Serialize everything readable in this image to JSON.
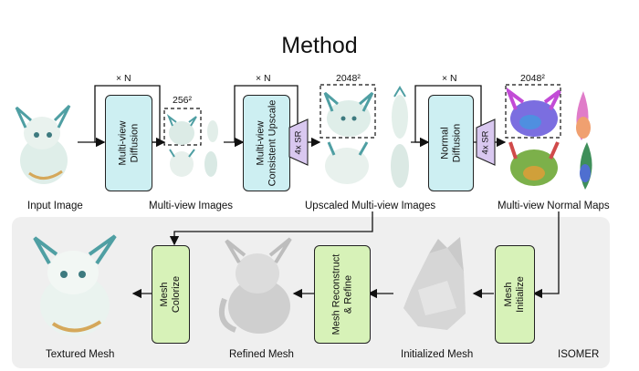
{
  "title": "Method",
  "loop_label": "× N",
  "res_256": "256²",
  "res_2048_a": "2048²",
  "res_2048_b": "2048²",
  "sr_label": "4x SR",
  "boxes": {
    "mv_diffusion": [
      "Multi-view",
      "Diffusion"
    ],
    "mv_upscale": [
      "Multi-view",
      "Consistent Upscale"
    ],
    "normal_diffusion": [
      "Normal",
      "Diffusion"
    ],
    "mesh_colorize": [
      "Mesh",
      "Colorize"
    ],
    "mesh_reconstruct": [
      "Mesh Reconstruct",
      "& Refine"
    ],
    "mesh_initialize": [
      "Mesh",
      "Initialize"
    ]
  },
  "labels": {
    "input_image": "Input Image",
    "multiview_images": "Multi-view Images",
    "upscaled_images": "Upscaled Multi-view Images",
    "normal_maps": "Multi-view Normal Maps",
    "textured_mesh": "Textured Mesh",
    "refined_mesh": "Refined Mesh",
    "initialized_mesh": "Initialized Mesh",
    "isomer": "ISOMER"
  },
  "colors": {
    "diffusion_box": "#cdeff2",
    "mesh_box": "#d7f2b8",
    "sr_block": "#d9c8f0",
    "panel": "#efefef"
  }
}
